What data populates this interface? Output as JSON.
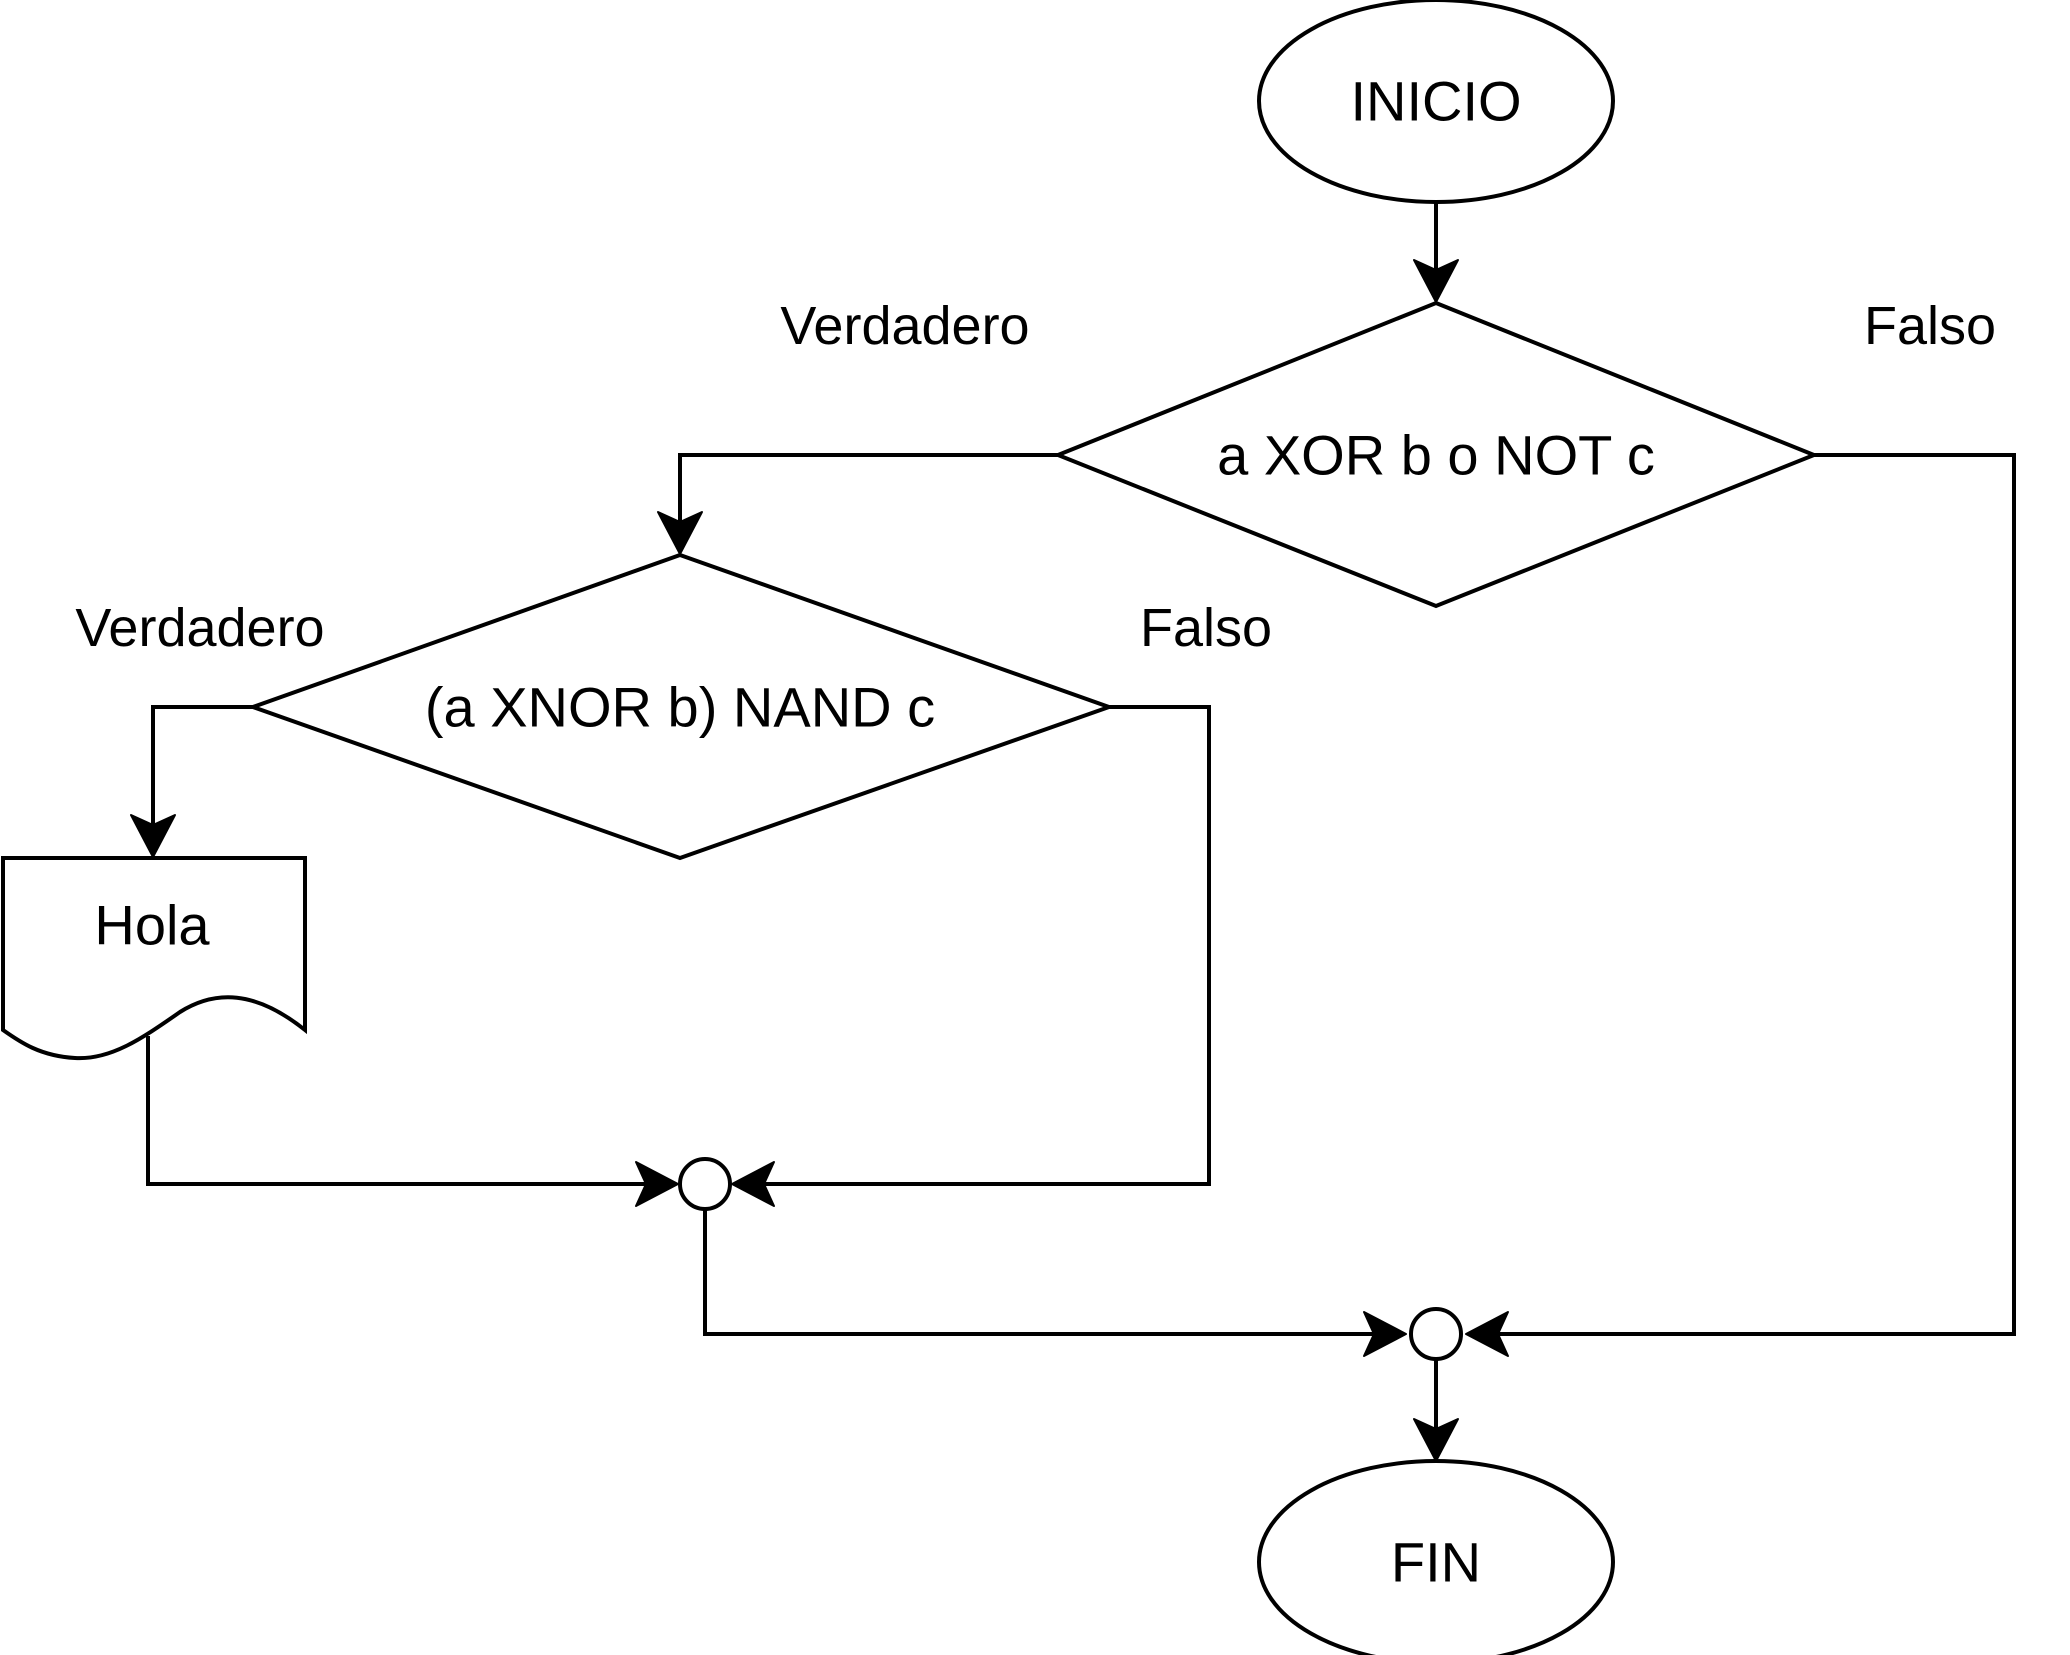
{
  "flowchart": {
    "start": {
      "label": "INICIO"
    },
    "end": {
      "label": "FIN"
    },
    "decision_outer": {
      "label": "a XOR b o NOT c"
    },
    "decision_inner": {
      "label": "(a XNOR b) NAND c"
    },
    "output_hola": {
      "label": "Hola"
    },
    "labels": {
      "outer_true": "Verdadero",
      "outer_false": "Falso",
      "inner_true": "Verdadero",
      "inner_false": "Falso"
    }
  },
  "colors": {
    "stroke": "#000000",
    "fill": "#ffffff",
    "text": "#000000"
  }
}
